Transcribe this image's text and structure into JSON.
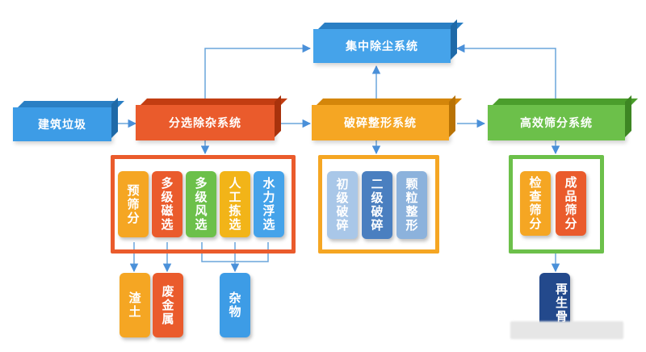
{
  "nodes": {
    "waste": "建筑垃圾",
    "sorting": "分选除杂系统",
    "dust": "集中除尘系统",
    "crushing": "破碎整形系统",
    "screening": "高效筛分系统"
  },
  "sorting_steps": [
    "预筛分",
    "多级磁选",
    "多级风选",
    "人工拣选",
    "水力浮选"
  ],
  "crushing_steps": [
    "初级破碎",
    "二级破碎",
    "颗粒整形"
  ],
  "screening_steps": [
    "检查筛分",
    "成品筛分"
  ],
  "outputs": {
    "residue": "渣土",
    "metal": "废金属",
    "debris": "杂物",
    "recycled": "再生骨"
  },
  "colors": {
    "blue": "#3d9ce6",
    "red": "#ea5b2c",
    "orange": "#f5a623",
    "green": "#6cc04a",
    "navy": "#23498c"
  }
}
